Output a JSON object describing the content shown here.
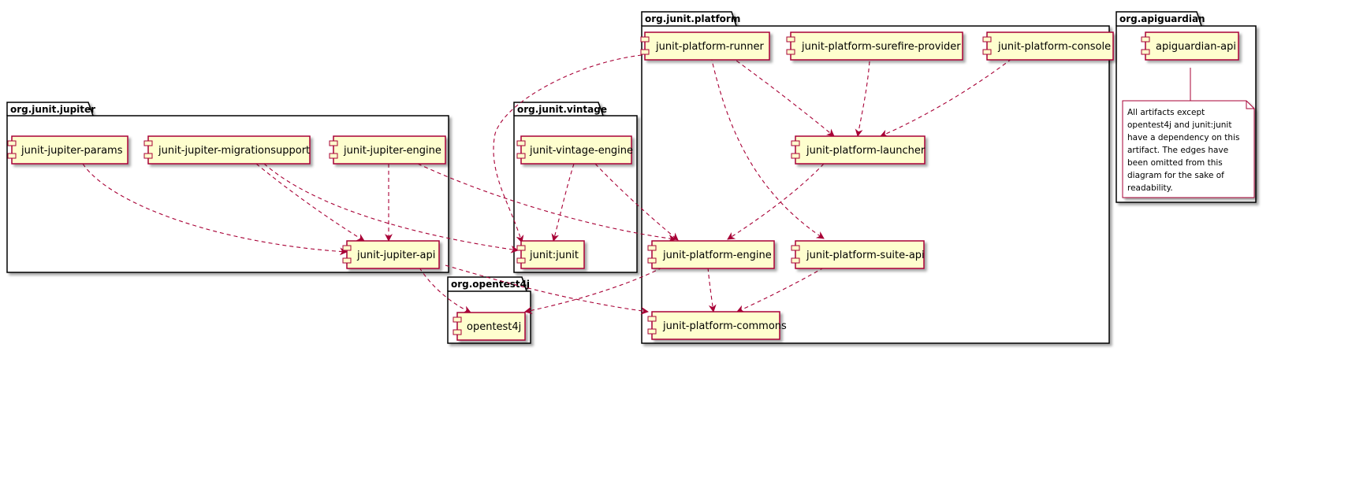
{
  "colors": {
    "component_fill": "#FEFECE",
    "component_border": "#A80036",
    "edge": "#A80036",
    "package_border": "#000000",
    "note_fill": "#FFFFFF",
    "note_border": "#A80036"
  },
  "packages": {
    "jupiter": "org.junit.jupiter",
    "vintage": "org.junit.vintage",
    "platform": "org.junit.platform",
    "apiguardian": "org.apiguardian",
    "opentest4j": "org.opentest4j"
  },
  "components": {
    "jupiter_params": "junit-jupiter-params",
    "jupiter_migrationsupport": "junit-jupiter-migrationsupport",
    "jupiter_engine": "junit-jupiter-engine",
    "jupiter_api": "junit-jupiter-api",
    "vintage_engine": "junit-vintage-engine",
    "junit4": "junit:junit",
    "platform_runner": "junit-platform-runner",
    "platform_surefire_provider": "junit-platform-surefire-provider",
    "platform_console": "junit-platform-console",
    "platform_launcher": "junit-platform-launcher",
    "platform_engine": "junit-platform-engine",
    "platform_suite_api": "junit-platform-suite-api",
    "platform_commons": "junit-platform-commons",
    "apiguardian_api": "apiguardian-api",
    "opentest4j": "opentest4j"
  },
  "note": {
    "lines": [
      "All artifacts except",
      "opentest4j and junit:junit",
      "have a dependency on this",
      "artifact. The edges have",
      "been omitted from this",
      "diagram for the sake of",
      "readability."
    ]
  },
  "edges": [
    {
      "from": "junit-platform-runner",
      "to": "junit:junit"
    },
    {
      "from": "junit-platform-runner",
      "to": "junit-platform-launcher"
    },
    {
      "from": "junit-platform-runner",
      "to": "junit-platform-suite-api"
    },
    {
      "from": "junit-platform-surefire-provider",
      "to": "junit-platform-launcher"
    },
    {
      "from": "junit-platform-console",
      "to": "junit-platform-launcher"
    },
    {
      "from": "junit-platform-launcher",
      "to": "junit-platform-engine"
    },
    {
      "from": "junit-platform-engine",
      "to": "junit-platform-commons"
    },
    {
      "from": "junit-platform-engine",
      "to": "opentest4j"
    },
    {
      "from": "junit-platform-suite-api",
      "to": "junit-platform-commons"
    },
    {
      "from": "junit-jupiter-params",
      "to": "junit-jupiter-api"
    },
    {
      "from": "junit-jupiter-migrationsupport",
      "to": "junit-jupiter-api"
    },
    {
      "from": "junit-jupiter-migrationsupport",
      "to": "junit:junit"
    },
    {
      "from": "junit-jupiter-engine",
      "to": "junit-jupiter-api"
    },
    {
      "from": "junit-jupiter-engine",
      "to": "junit-platform-engine"
    },
    {
      "from": "junit-jupiter-api",
      "to": "opentest4j"
    },
    {
      "from": "junit-jupiter-api",
      "to": "junit-platform-commons"
    },
    {
      "from": "junit-vintage-engine",
      "to": "junit:junit"
    },
    {
      "from": "junit-vintage-engine",
      "to": "junit-platform-engine"
    }
  ]
}
